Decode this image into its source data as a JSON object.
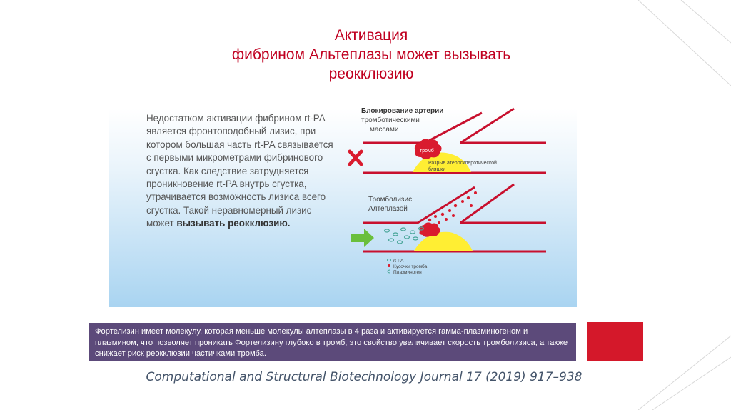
{
  "title": {
    "line1": "Активация",
    "line2": "фибрином Альтеплазы может вызывать",
    "line3": "реокклюзию"
  },
  "body": {
    "text_plain": "Недостатком активации фибрином rt-PA является фронтоподобный лизис, при котором большая часть rt-PA связывается с первыми микрометрами фибринового сгустка. Как следствие затрудняется проникновение rt-PA внутрь сгустка, утрачивается возможность лизиса всего сгустка. Такой неравномерный лизис может",
    "text_bold": "вызывать реокклюзию."
  },
  "diagram": {
    "top_label_bold": "Блокирование артерии",
    "top_label_line2": "тромботическими",
    "top_label_line3": "массами",
    "thrombus_label": "тромб",
    "plaque_label_line1": "Разрыв атеросклеротической",
    "plaque_label_line2": "бляшки",
    "bottom_label_line1": "Тромболизис",
    "bottom_label_line2": "Алтеплазой",
    "legend": [
      {
        "icon": "rt-pa-icon",
        "label": "rt-PA"
      },
      {
        "icon": "thrombus-piece-icon",
        "label": "Кусочки тромба"
      },
      {
        "icon": "plasminogen-icon",
        "label": "Плазминоген"
      }
    ],
    "colors": {
      "vessel": "#c8102e",
      "plaque": "#ffee33",
      "thrombus": "#d91b2e",
      "arrow": "#6abf3c",
      "molecule": "#4aa69a"
    }
  },
  "note": {
    "text": "Фортелизин имеет молекулу, которая меньше молекулы алтеплазы в 4 раза и активируется гамма-плазминогеном и плазмином, что позволяет проникать Фортелизину глубоко в тромб, это свойство увеличивает скорость тромболизиса, а также снижает риск реокклюзии частичками тромба."
  },
  "citation": "Computational and Structural Biotechnology Journal 17 (2019) 917–938",
  "colors": {
    "title": "#c00020",
    "note_bg": "#5c4a7a",
    "accent_square": "#d4182a"
  }
}
